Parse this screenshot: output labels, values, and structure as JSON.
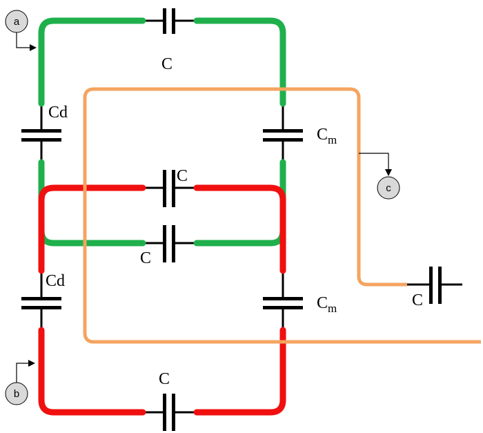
{
  "colors": {
    "green": "#1fb04c",
    "red": "#f01010",
    "orange": "#f4a460",
    "black": "#000000",
    "node_fill": "#d9d9d9"
  },
  "nodes": {
    "a": "a",
    "b": "b",
    "c": "c"
  },
  "labels": {
    "green_top_c": "C",
    "green_bottom_c": "C",
    "red_top_c": "C",
    "red_bottom_c": "C",
    "orange_c": "C",
    "cd_upper": "Cd",
    "cd_lower": "Cd",
    "cm_upper_main": "C",
    "cm_upper_sub": "m",
    "cm_lower_main": "C",
    "cm_lower_sub": "m"
  }
}
